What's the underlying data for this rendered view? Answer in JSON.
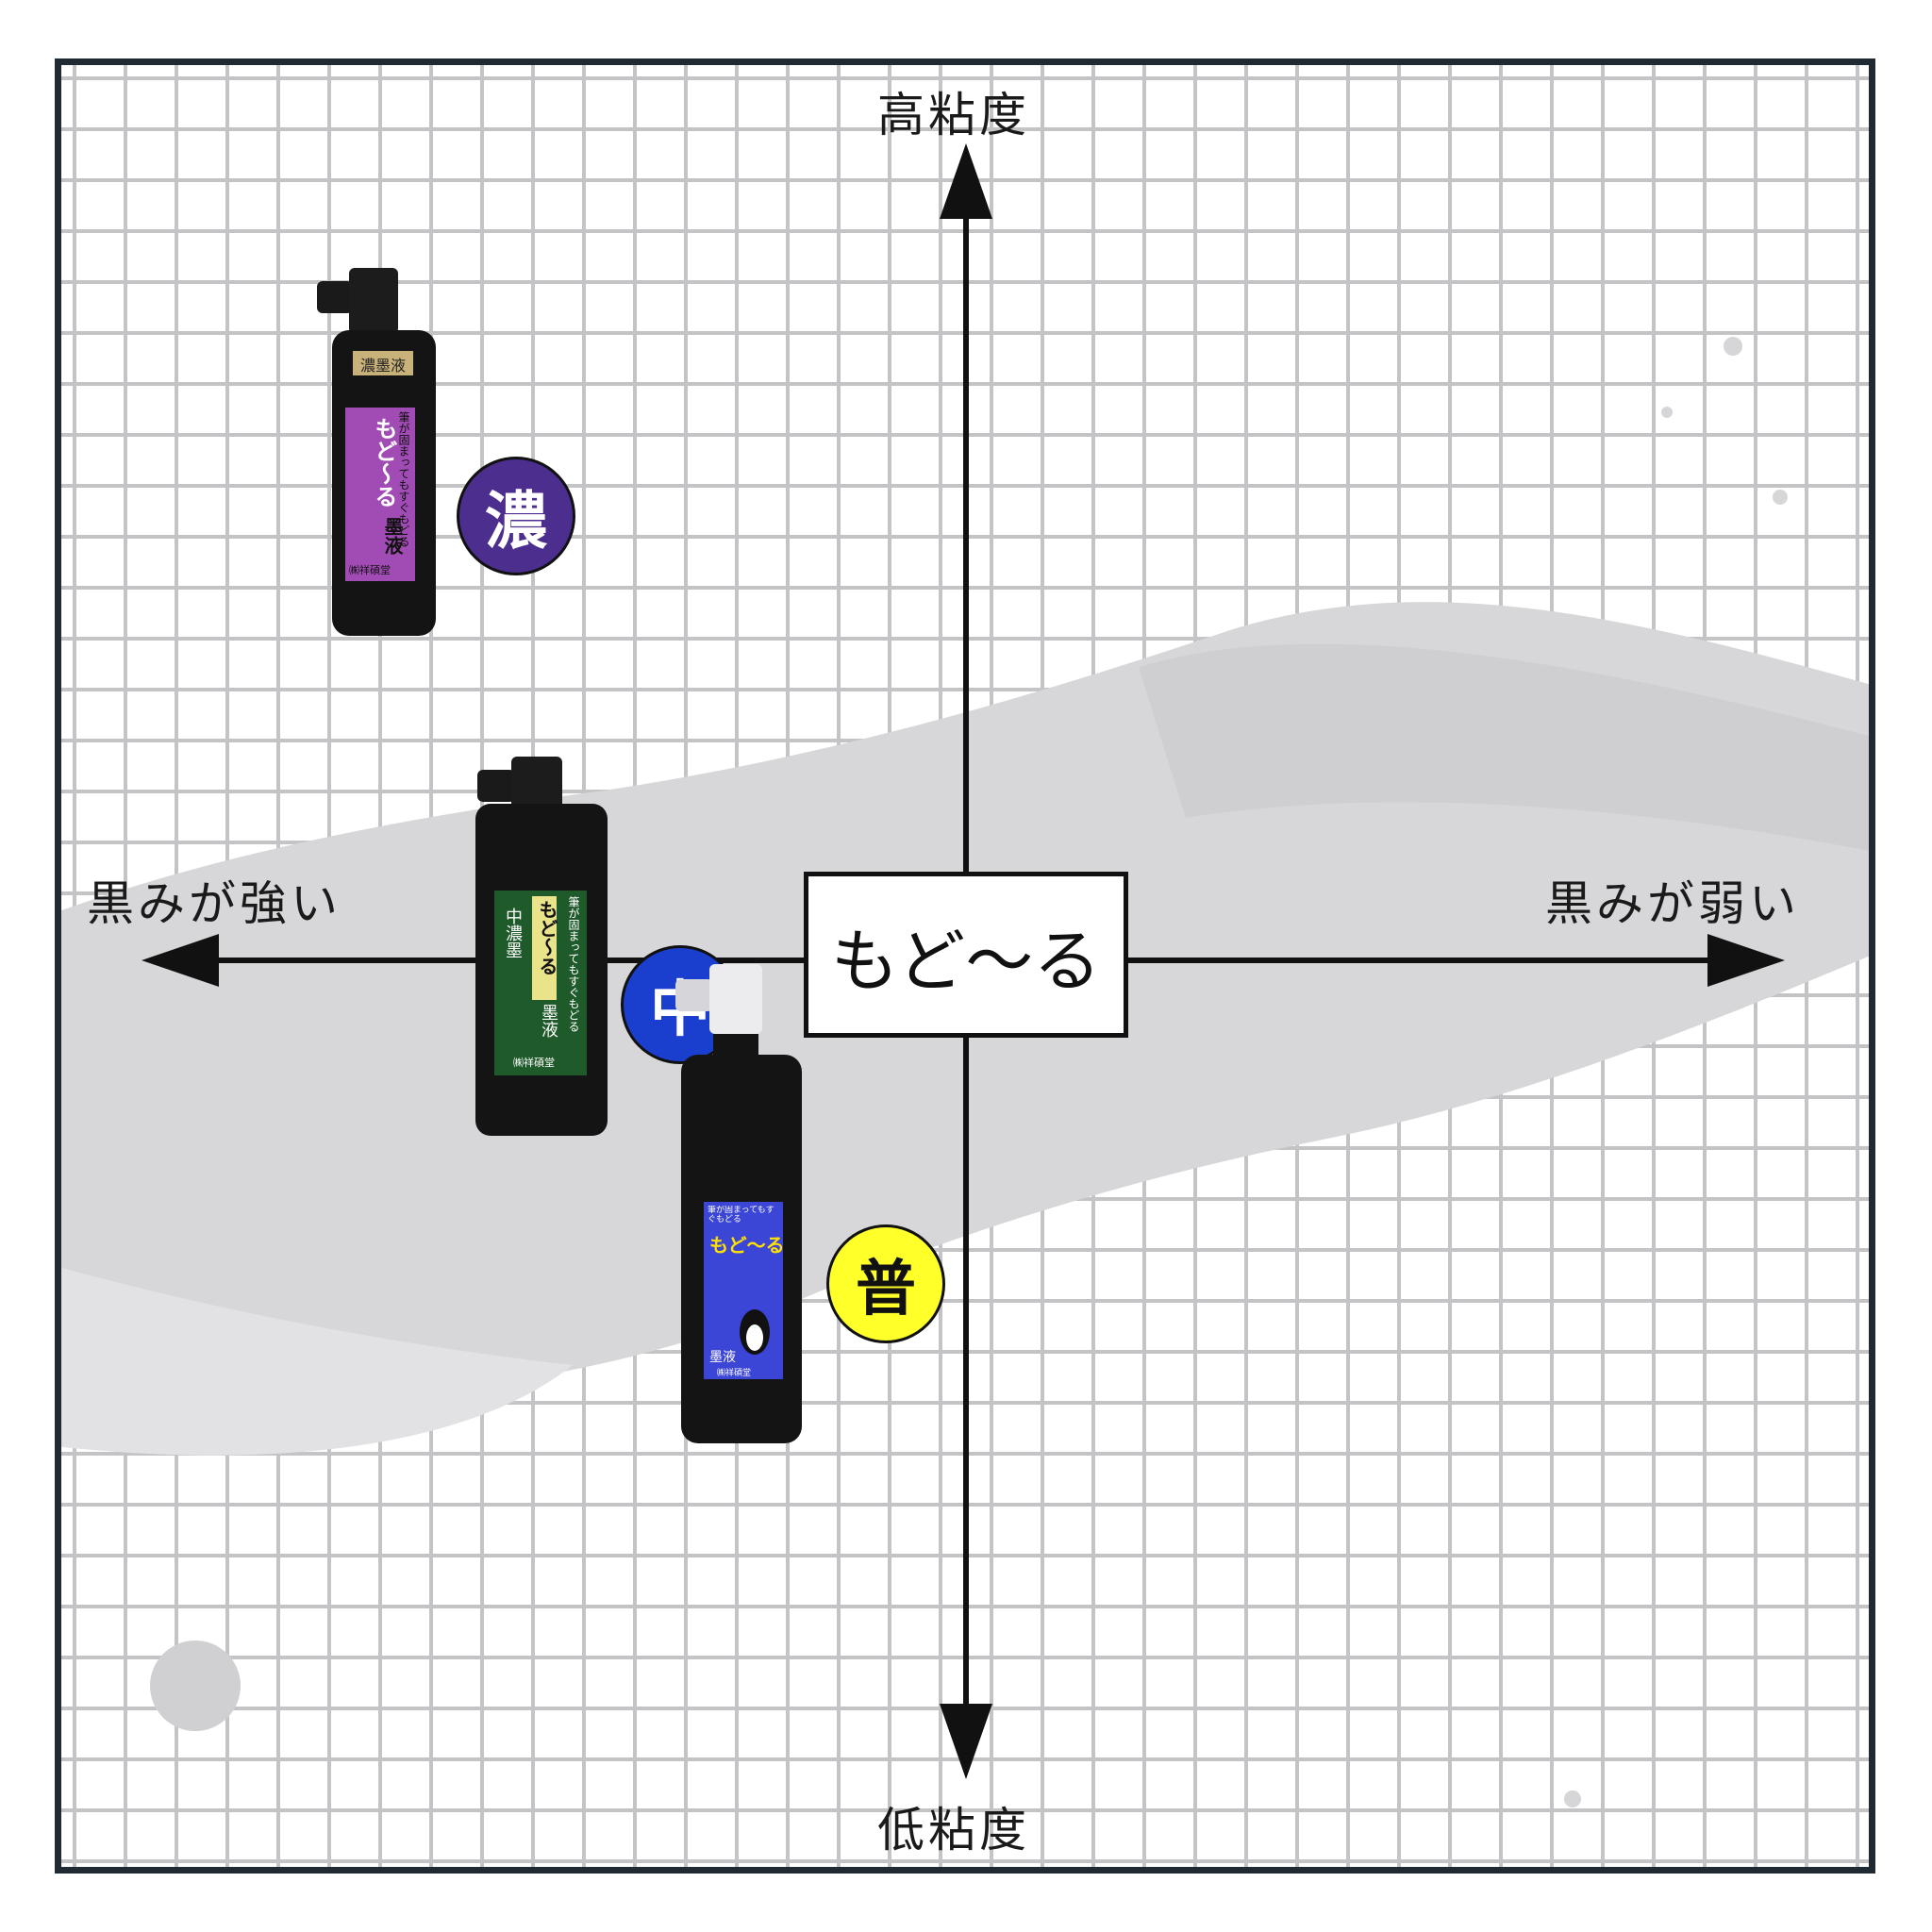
{
  "axes": {
    "top": "高粘度",
    "bottom": "低粘度",
    "left": "黒みが強い",
    "right": "黒みが弱い"
  },
  "center_label": "もど〜る",
  "products": [
    {
      "badge": "濃",
      "badge_color": "#4b2e8e",
      "label_color": "#a14bb5",
      "cap_text": "濃墨液",
      "subtitle": "筆が固まってもすぐもどる",
      "name": "もど〜る",
      "type": "墨液",
      "maker": "㈱祥碩堂"
    },
    {
      "badge": "中",
      "badge_color": "#1a3fcf",
      "label_color": "#1f5a2a",
      "side_text": "中濃墨",
      "subtitle": "筆が固まってもすぐもどる",
      "name": "もど〜る",
      "type": "墨液",
      "maker": "㈱祥碩堂"
    },
    {
      "badge": "普",
      "badge_color": "#ffff2a",
      "label_color": "#3b46d6",
      "subtitle": "筆が固まってもすぐもどる",
      "name": "もど〜る",
      "type": "墨液",
      "maker": "㈱祥碩堂"
    }
  ]
}
